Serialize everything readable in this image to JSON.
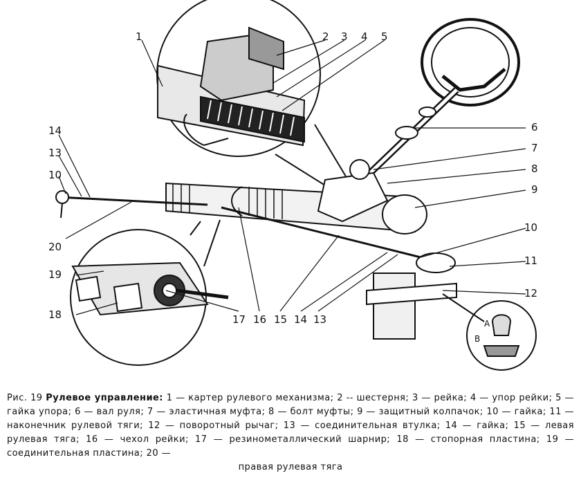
{
  "figure": {
    "callouts": [
      "1",
      "2",
      "3",
      "4",
      "5",
      "6",
      "7",
      "8",
      "9",
      "10",
      "11",
      "12",
      "13",
      "14",
      "15",
      "16",
      "17",
      "18",
      "19",
      "20",
      "10",
      "13",
      "14"
    ],
    "inset_letters": [
      "A",
      "B"
    ]
  },
  "caption": {
    "fig_no": "Рис. 19",
    "title": "Рулевое управление:",
    "body": "1 — картер рулевого механизма; 2 -- шестерня; 3 — рейка; 4 — упор рейки; 5 — гайка упора; 6 — вал руля; 7 — эластичная муфта; 8 — болт муфты; 9 — защитный колпачок; 10 — гайка; 11 — наконечник рулевой тяги; 12 — поворотный рычаг; 13 — соединительная втулка; 14 — гайка; 15 — левая рулевая тяга; 16 — чехол рейки; 17 — резинометаллический шарнир; 18 — стопорная пластина; 19 — соединительная пластина; 20 —",
    "last_line": "правая рулевая тяга"
  }
}
